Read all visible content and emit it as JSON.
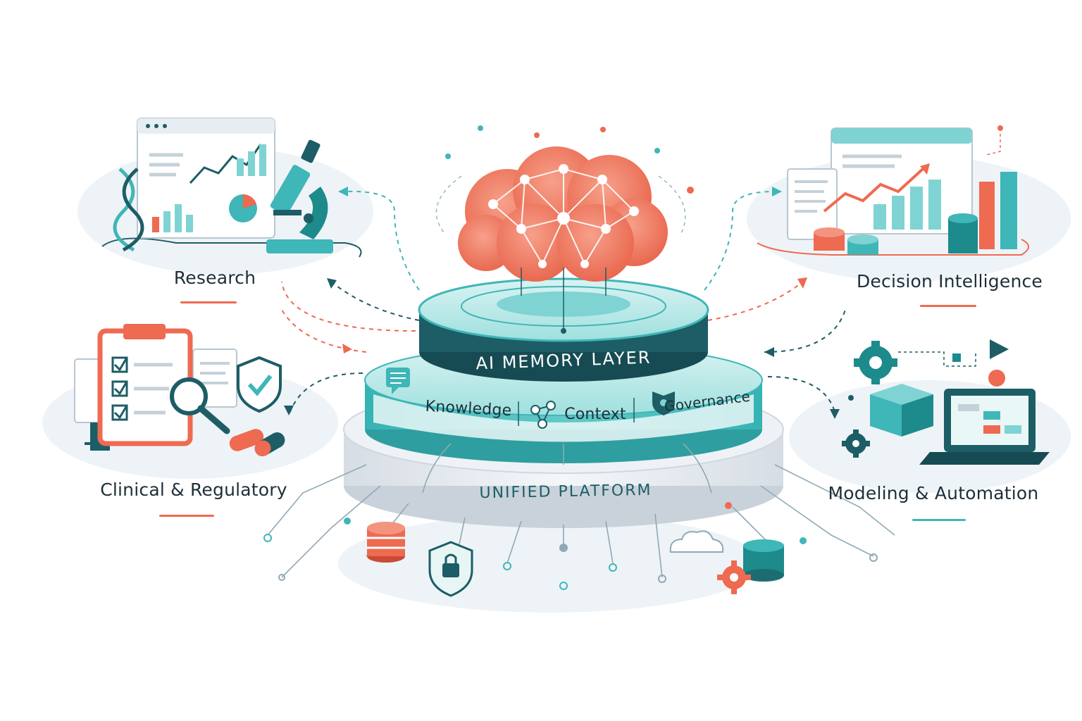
{
  "core": {
    "top_label": "AI MEMORY LAYER",
    "pillars": [
      "Knowledge",
      "Context",
      "Governance"
    ],
    "base_label": "UNIFIED PLATFORM"
  },
  "domains": {
    "research": "Research",
    "decision": "Decision Intelligence",
    "clinical": "Clinical & Regulatory",
    "modeling": "Modeling & Automation"
  },
  "colors": {
    "teal": "#3fb6b8",
    "teal_light": "#7fd3d3",
    "teal_dark": "#1d5d66",
    "coral": "#ee6a50",
    "ink": "#1d2f38"
  }
}
